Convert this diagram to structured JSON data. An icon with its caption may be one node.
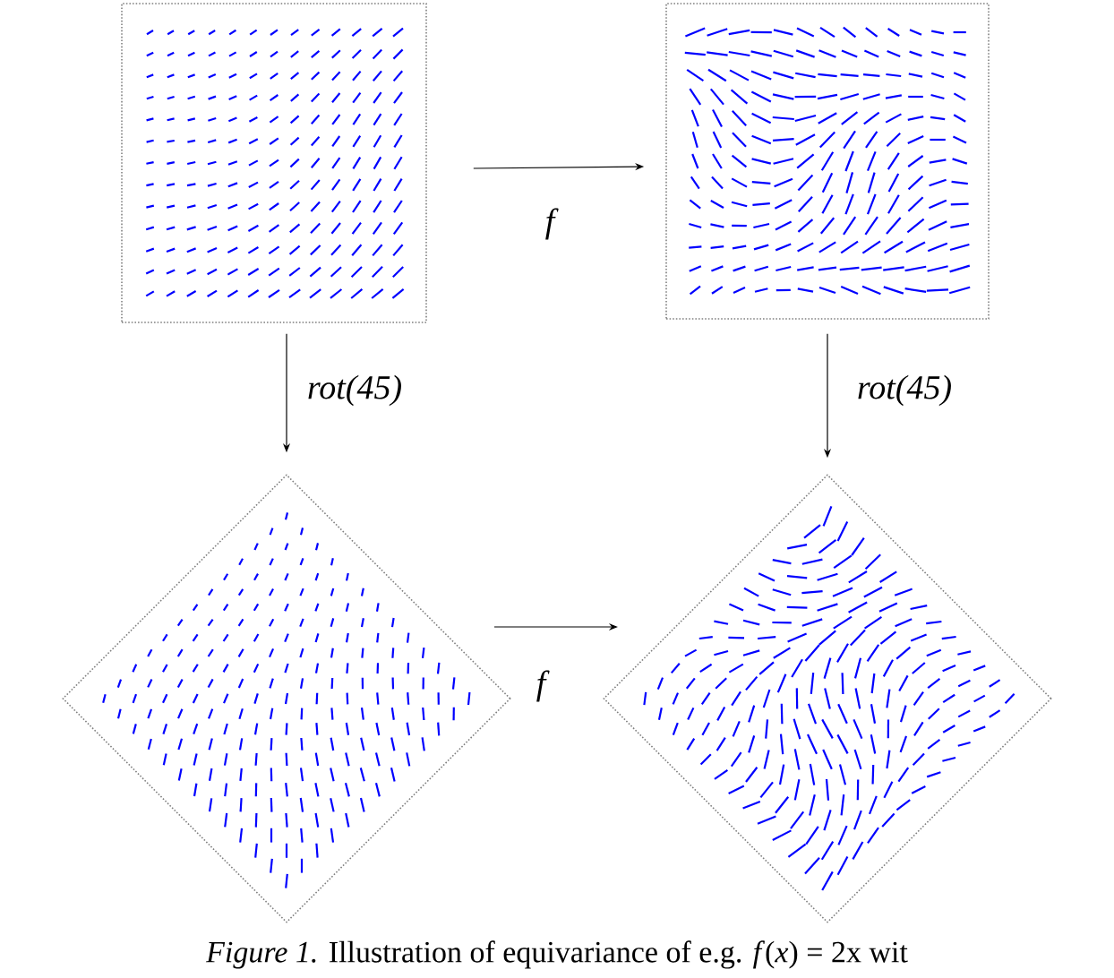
{
  "diagram": {
    "caption": "*Figure 1.* Illustration of equivariance of e.g. *f*(*x*) = 2x wit",
    "nodes": [
      {
        "text": [],
        "shape": "box"
      },
      {
        "text": [],
        "shape": "box"
      },
      {
        "text": [],
        "shape": "diamond"
      },
      {
        "text": [],
        "shape": "diamond"
      }
    ],
    "edges": [
      {
        "from": 0,
        "to": 1,
        "arrow": "to",
        "label": "f"
      },
      {
        "from": 0,
        "to": 2,
        "arrow": "to",
        "label": "rot(45)"
      },
      {
        "from": 1,
        "to": 3,
        "arrow": "to",
        "label": "rot(45)"
      },
      {
        "from": 2,
        "to": 3,
        "arrow": "to",
        "label": "f"
      }
    ]
  }
}
